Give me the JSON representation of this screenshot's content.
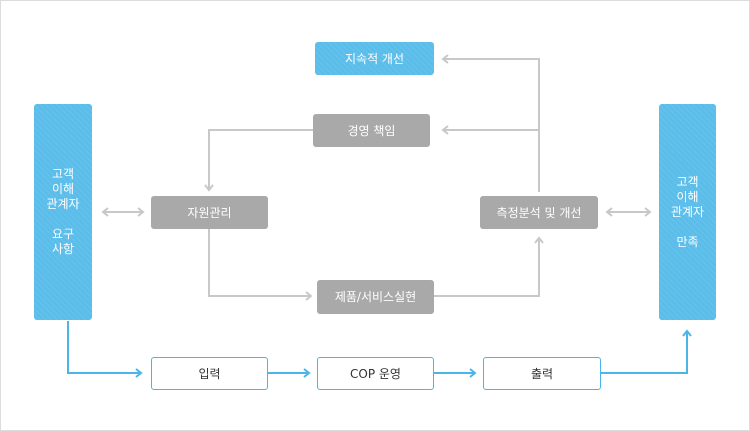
{
  "diagram": {
    "left_stakeholder": {
      "line1": "고객",
      "line2": "이해",
      "line3": "관계자",
      "line4": "요구",
      "line5": "사항"
    },
    "right_stakeholder": {
      "line1": "고객",
      "line2": "이해",
      "line3": "관계자",
      "line4": "만족"
    },
    "continuous_improvement": "지속적 개선",
    "management_responsibility": "경영 책임",
    "resource_management": "자원관리",
    "measurement_analysis": "측정분석 및 개선",
    "product_realization": "제품/서비스실현",
    "input": "입력",
    "cop_operation": "COP 운영",
    "output": "출력"
  },
  "colors": {
    "blue": "#5bbdea",
    "gray": "#a9a9a9",
    "line_gray": "#c8c8c8",
    "line_blue": "#4ab5e6"
  }
}
